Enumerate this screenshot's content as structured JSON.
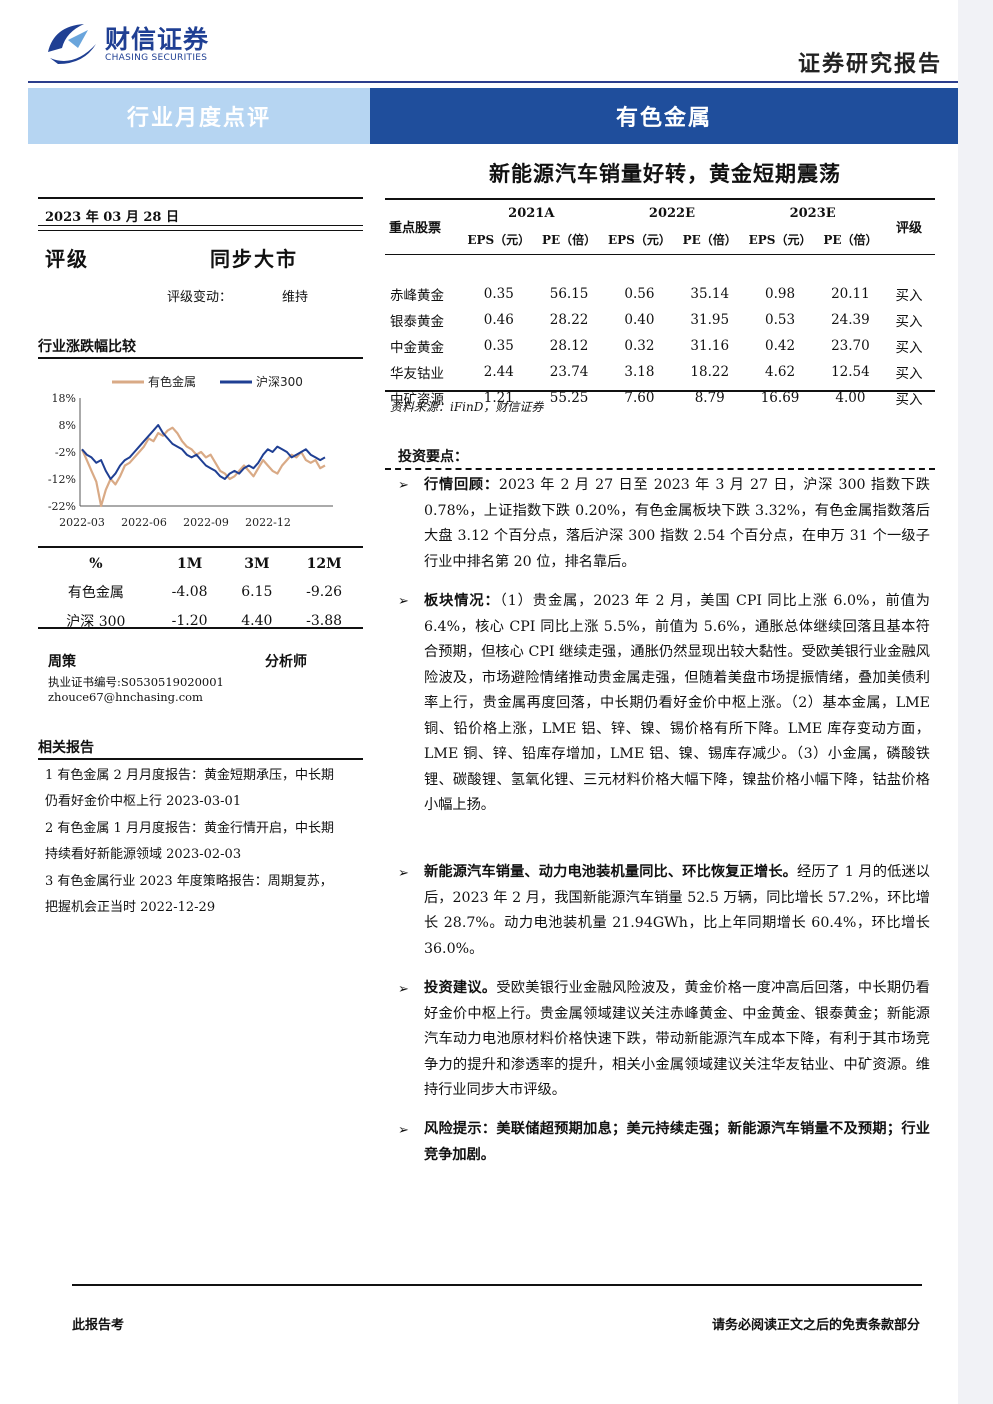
{
  "header": {
    "brand_cn": "财信证券",
    "brand_en": "CHASING SECURITIES",
    "report_type": "证券研究报告",
    "category": "行业月度点评",
    "industry": "有色金属",
    "title": "新能源汽车销量好转，黄金短期震荡"
  },
  "colors": {
    "brand": "#1f3f93",
    "band_light": "#b6d5f2",
    "band_dark": "#1f4e9c",
    "series_industry": "#d9aa86",
    "series_index": "#1f3f93"
  },
  "left": {
    "date": "2023 年 03 月 28 日",
    "rating_label": "评级",
    "rating_value": "同步大市",
    "rating_change_label": "评级变动：",
    "rating_change_value": "维持",
    "chart_section_title": "行业涨跌幅比较",
    "perf_table": {
      "headers": [
        "%",
        "1M",
        "3M",
        "12M"
      ],
      "rows": [
        [
          "有色金属",
          "-4.08",
          "6.15",
          "-9.26"
        ],
        [
          "沪深 300",
          "-1.20",
          "4.40",
          "-3.88"
        ]
      ]
    },
    "analyst": {
      "name": "周策",
      "role": "分析师",
      "license": "执业证书编号:S0530519020001",
      "email": "zhouce67@hnchasing.com"
    },
    "related_title": "相关报告",
    "related": [
      "1 有色金属 2 月月度报告：黄金短期承压，中长期仍看好金价中枢上行 2023-03-01",
      "2 有色金属 1 月月度报告：黄金行情开启，中长期持续看好新能源领域 2023-02-03",
      "3 有色金属行业 2023 年度策略报告：周期复苏，把握机会正当时 2022-12-29"
    ]
  },
  "chart_data": {
    "type": "line",
    "legend_position": "top",
    "grid": false,
    "y_ticks": [
      "18%",
      "8%",
      "-2%",
      "-12%",
      "-22%"
    ],
    "x_ticks": [
      "2022-03",
      "2022-06",
      "2022-09",
      "2022-12"
    ],
    "ylim": [
      -22,
      18
    ],
    "series": [
      {
        "name": "有色金属",
        "values": [
          -1,
          -5,
          -9,
          -13,
          -22,
          -16,
          -12,
          -14,
          -11,
          -7,
          -6,
          -4,
          -2,
          0,
          3,
          2,
          5,
          4,
          6,
          7,
          5,
          2,
          0,
          -1,
          -3,
          -2,
          -4,
          -3,
          -6,
          -9,
          -10,
          -12,
          -11,
          -9,
          -7,
          -9,
          -11,
          -8,
          -5,
          -7,
          -9,
          -10,
          -7,
          -5,
          -3,
          -4,
          -2,
          -5,
          -6,
          -5,
          -8,
          -7
        ]
      },
      {
        "name": "沪深300",
        "values": [
          -1,
          -3,
          -4,
          -6,
          -5,
          -9,
          -12,
          -10,
          -7,
          -5,
          -4,
          -2,
          0,
          2,
          4,
          6,
          8,
          5,
          3,
          1,
          0,
          -1,
          -3,
          -4,
          -3,
          -5,
          -7,
          -8,
          -9,
          -11,
          -12,
          -10,
          -9,
          -10,
          -8,
          -7,
          -8,
          -6,
          -3,
          -1,
          -2,
          0,
          -1,
          -2,
          -4,
          -3,
          -2,
          -1,
          -3,
          -4,
          -5,
          -4
        ]
      }
    ]
  },
  "stock_table": {
    "name_header": "重点股票",
    "years": [
      "2021A",
      "2022E",
      "2023E"
    ],
    "sub_headers": [
      "EPS（元）",
      "PE（倍）"
    ],
    "rating_header": "评级",
    "rows": [
      [
        "赤峰黄金",
        "0.35",
        "56.15",
        "0.56",
        "35.14",
        "0.98",
        "20.11",
        "买入"
      ],
      [
        "银泰黄金",
        "0.46",
        "28.22",
        "0.40",
        "31.95",
        "0.53",
        "24.39",
        "买入"
      ],
      [
        "中金黄金",
        "0.35",
        "28.12",
        "0.32",
        "31.16",
        "0.42",
        "23.70",
        "买入"
      ],
      [
        "华友钴业",
        "2.44",
        "23.74",
        "3.18",
        "18.22",
        "4.62",
        "12.54",
        "买入"
      ],
      [
        "中矿资源",
        "1.21",
        "55.25",
        "7.60",
        "8.79",
        "16.69",
        "4.00",
        "买入"
      ]
    ],
    "source": "资料来源：iFinD，财信证券"
  },
  "key_points": {
    "title": "投资要点：",
    "bullet_symbol": "➢",
    "items": [
      {
        "lead": "行情回顾：",
        "text": "2023 年 2 月 27 日至 2023 年 3 月 27 日，沪深 300 指数下跌 0.78%，上证指数下跌 0.20%，有色金属板块下跌 3.32%，有色金属指数落后大盘 3.12 个百分点，落后沪深 300 指数 2.54 个百分点，在申万 31 个一级子行业中排名第 20 位，排名靠后。"
      },
      {
        "lead": "板块情况：",
        "text": "（1）贵金属，2023 年 2 月，美国 CPI 同比上涨 6.0%，前值为 6.4%，核心 CPI 同比上涨 5.5%，前值为 5.6%，通胀总体继续回落且基本符合预期，但核心 CPI 继续走强，通胀仍然显现出较大黏性。受欧美银行业金融风险波及，市场避险情绪推动贵金属走强，但随着美盘市场提振情绪，叠加美债利率上行，贵金属再度回落，中长期仍看好金价中枢上涨。（2）基本金属，LME 铜、铅价格上涨，LME 铝、锌、镍、锡价格有所下降。LME 库存变动方面，LME 铜、锌、铅库存增加，LME 铝、镍、锡库存减少。（3）小金属，磷酸铁锂、碳酸锂、氢氧化锂、三元材料价格大幅下降，镍盐价格小幅下降，钴盐价格小幅上扬。"
      },
      {
        "lead": "新能源汽车销量、动力电池装机量同比、环比恢复正增长。",
        "text": "经历了 1 月的低迷以后，2023 年 2 月，我国新能源汽车销量 52.5 万辆，同比增长 57.2%，环比增长 28.7%。动力电池装机量 21.94GWh，比上年同期增长 60.4%，环比增长 36.0%。"
      },
      {
        "lead": "投资建议。",
        "text": "受欧美银行业金融风险波及，黄金价格一度冲高后回落，中长期仍看好金价中枢上行。贵金属领域建议关注赤峰黄金、中金黄金、银泰黄金；新能源汽车动力电池原材料价格快速下跌，带动新能源汽车成本下降，有利于其市场竞争力的提升和渗透率的提升，相关小金属领域建议关注华友钴业、中矿资源。维持行业同步大市评级。"
      },
      {
        "lead": "风险提示：",
        "text": "美联储超预期加息；美元持续走强；新能源汽车销量不及预期；行业竞争加剧。"
      }
    ]
  },
  "footer": {
    "left": "此报告考",
    "right": "请务必阅读正文之后的免责条款部分"
  }
}
